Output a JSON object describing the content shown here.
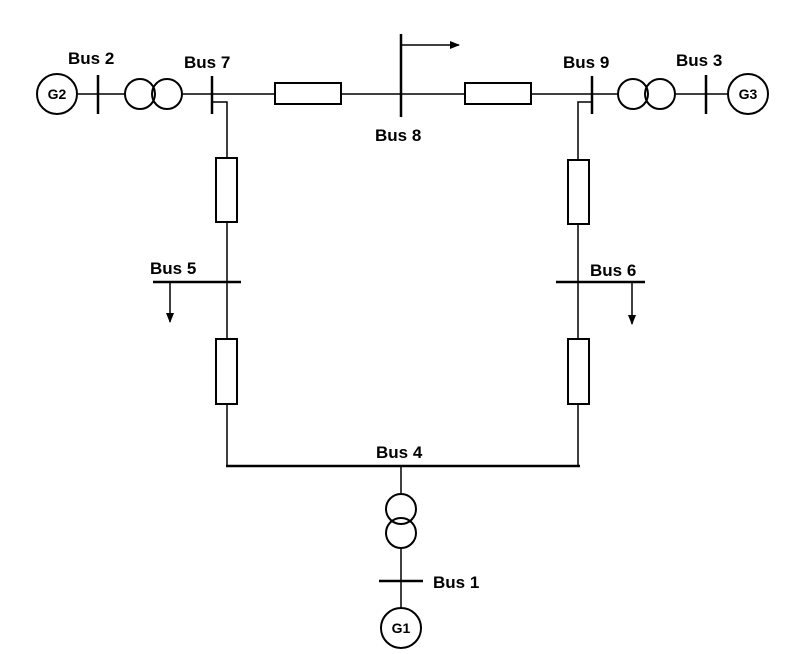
{
  "buses": {
    "bus1": "Bus 1",
    "bus2": "Bus 2",
    "bus3": "Bus 3",
    "bus4": "Bus 4",
    "bus5": "Bus 5",
    "bus6": "Bus 6",
    "bus7": "Bus 7",
    "bus8": "Bus 8",
    "bus9": "Bus 9"
  },
  "generators": {
    "g1": "G1",
    "g2": "G2",
    "g3": "G3"
  },
  "colors": {
    "line": "#000000",
    "background": "#ffffff"
  }
}
